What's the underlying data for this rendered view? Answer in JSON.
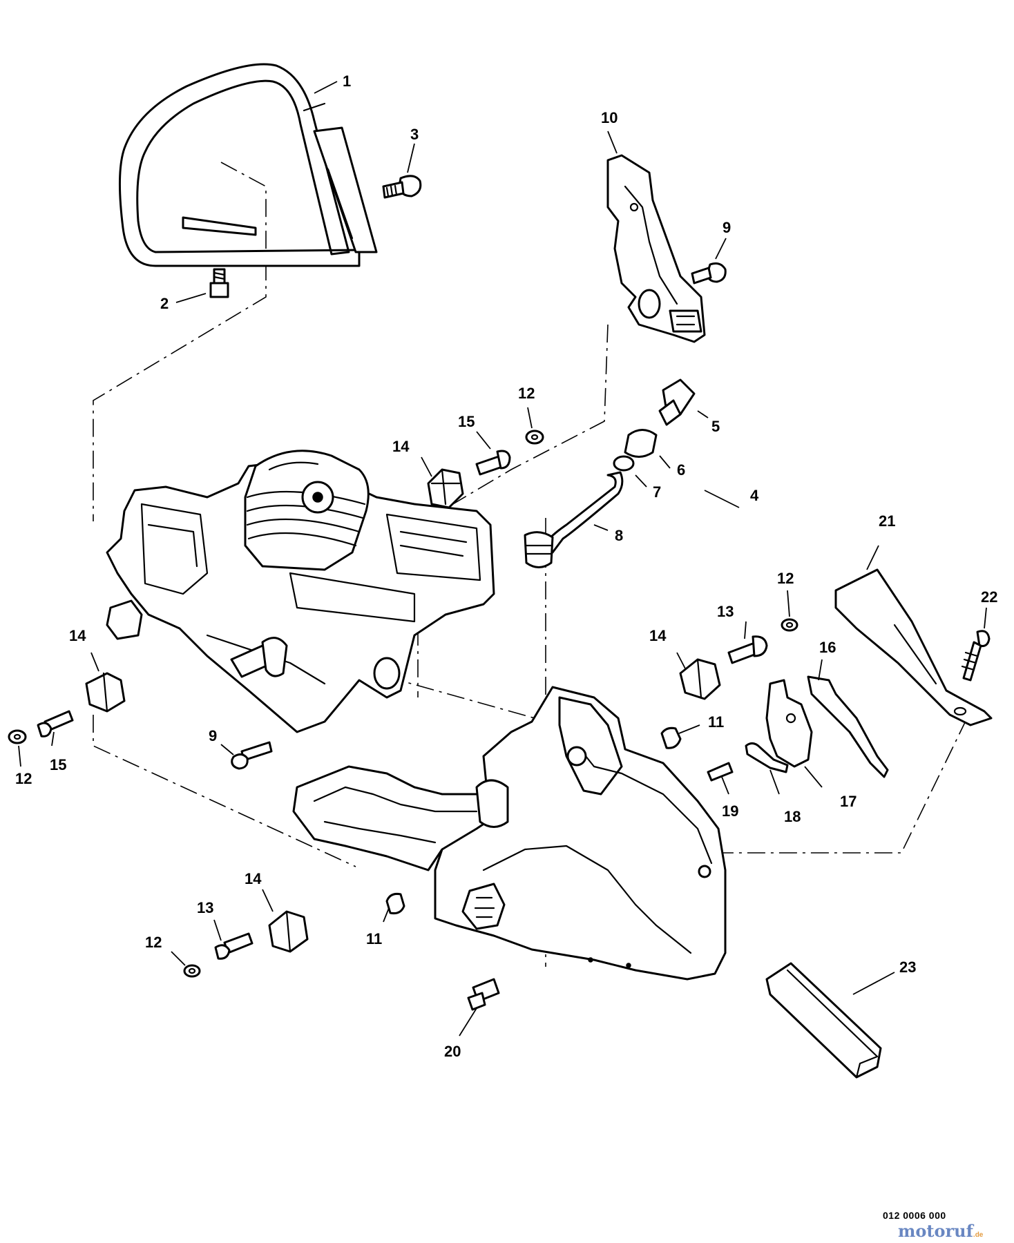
{
  "diagram": {
    "callouts": [
      {
        "label": "1"
      },
      {
        "label": "2"
      },
      {
        "label": "3"
      },
      {
        "label": "4"
      },
      {
        "label": "5"
      },
      {
        "label": "6"
      },
      {
        "label": "7"
      },
      {
        "label": "8"
      },
      {
        "label": "9"
      },
      {
        "label": "9"
      },
      {
        "label": "10"
      },
      {
        "label": "11"
      },
      {
        "label": "11"
      },
      {
        "label": "12"
      },
      {
        "label": "12"
      },
      {
        "label": "12"
      },
      {
        "label": "12"
      },
      {
        "label": "13"
      },
      {
        "label": "13"
      },
      {
        "label": "14"
      },
      {
        "label": "14"
      },
      {
        "label": "14"
      },
      {
        "label": "14"
      },
      {
        "label": "15"
      },
      {
        "label": "15"
      },
      {
        "label": "16"
      },
      {
        "label": "17"
      },
      {
        "label": "18"
      },
      {
        "label": "19"
      },
      {
        "label": "20"
      },
      {
        "label": "21"
      },
      {
        "label": "22"
      },
      {
        "label": "23"
      }
    ],
    "drawing_number": "012 0006 000",
    "watermark": {
      "brand": "motoruf",
      "suffix": ".de"
    }
  }
}
